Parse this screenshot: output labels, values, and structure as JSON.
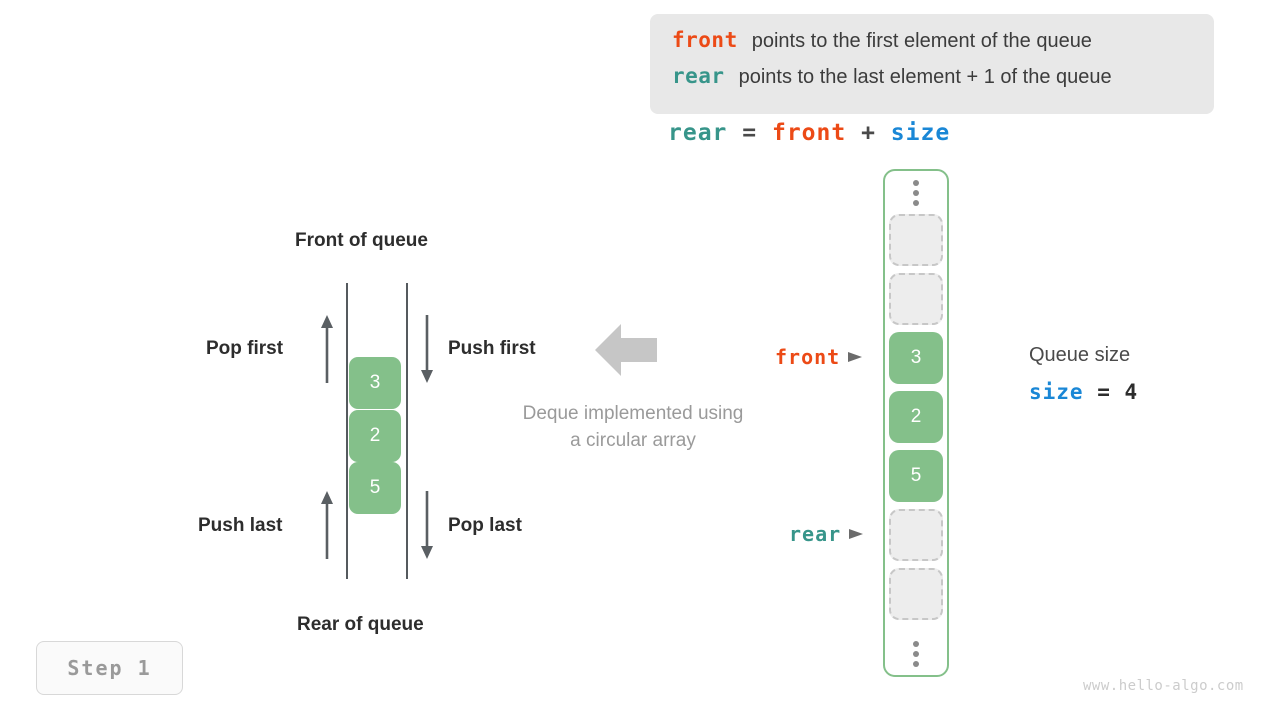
{
  "legend": {
    "lines": [
      {
        "keyword": "front",
        "keyword_color": "#ec4a16",
        "text": "points to the first element of the queue"
      },
      {
        "keyword": "rear",
        "keyword_color": "#37958a",
        "text": "points to the last element + 1 of the queue"
      }
    ]
  },
  "formula": {
    "lhs": "rear",
    "eq": "=",
    "rhs1": "front",
    "plus": "+",
    "rhs2": "size"
  },
  "deque_diagram": {
    "top_label": "Front of queue",
    "bottom_label": "Rear of queue",
    "operations": {
      "pop_first": "Pop first",
      "push_first": "Push first",
      "push_last": "Push last",
      "pop_last": "Pop last"
    },
    "cells": [
      "3",
      "2",
      "5"
    ],
    "caption_line1": "Deque implemented using",
    "caption_line2": "a circular array"
  },
  "array": {
    "slots": [
      {
        "value": "",
        "filled": false
      },
      {
        "value": "",
        "filled": false
      },
      {
        "value": "3",
        "filled": true
      },
      {
        "value": "2",
        "filled": true
      },
      {
        "value": "5",
        "filled": true
      },
      {
        "value": "",
        "filled": false
      },
      {
        "value": "",
        "filled": false
      }
    ],
    "pointers": {
      "front": "front",
      "rear": "rear"
    }
  },
  "size_info": {
    "label": "Queue size",
    "var": "size",
    "eq": "=",
    "value": "4"
  },
  "step_badge": "Step  1",
  "watermark": "www.hello-algo.com",
  "colors": {
    "green": "#84c08a",
    "front": "#ec4a16",
    "rear": "#37958a",
    "size": "#1a87d6",
    "empty_fill": "#ededed",
    "arrow_gray": "#c6c6c6"
  }
}
